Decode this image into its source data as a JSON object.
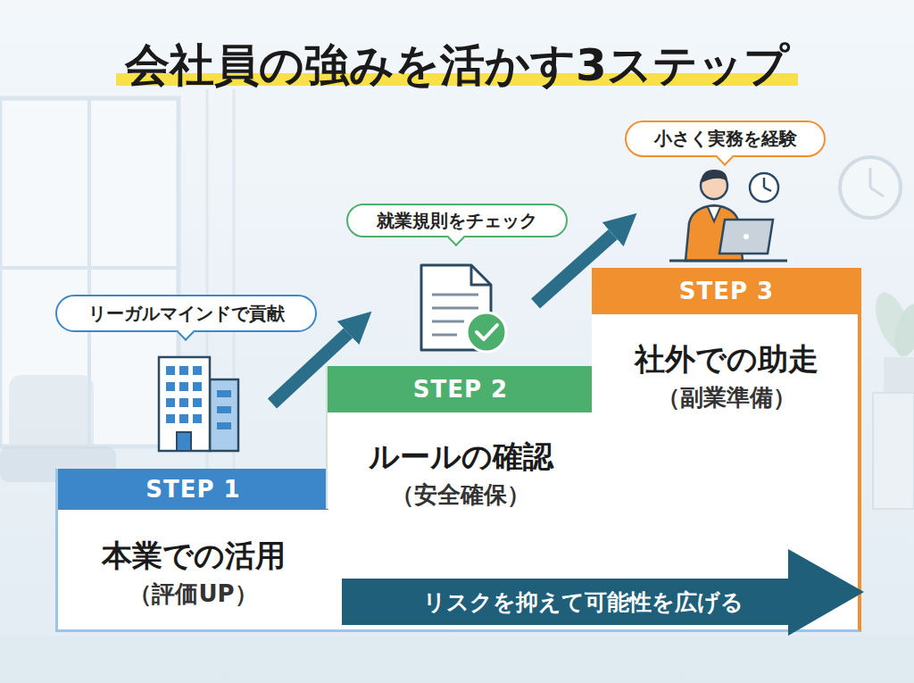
{
  "diagram": {
    "title": "会社員の強みを活かす3ステップ",
    "nodes": [
      {
        "text": [
          "リーガルマインドで貢献"
        ]
      },
      {
        "text": [
          "STEP 1",
          "本業での活用",
          "（評価UP）"
        ]
      },
      {
        "text": [
          "リスクを抑えて可能性を広げる"
        ],
        "in": 1
      },
      {
        "text": [
          "就業規則をチェック"
        ]
      },
      {
        "text": [
          "STEP 2",
          "ルールの確認",
          "（安全確保）"
        ]
      },
      {
        "text": [
          "小さく実務を経験"
        ]
      },
      {
        "text": [
          "STEP 3",
          "社外での助走",
          "（副業準備）"
        ]
      }
    ],
    "edges": [
      {
        "from": 1,
        "to": 4,
        "arrow": "to"
      },
      {
        "from": 4,
        "to": 6,
        "arrow": "to"
      }
    ]
  }
}
